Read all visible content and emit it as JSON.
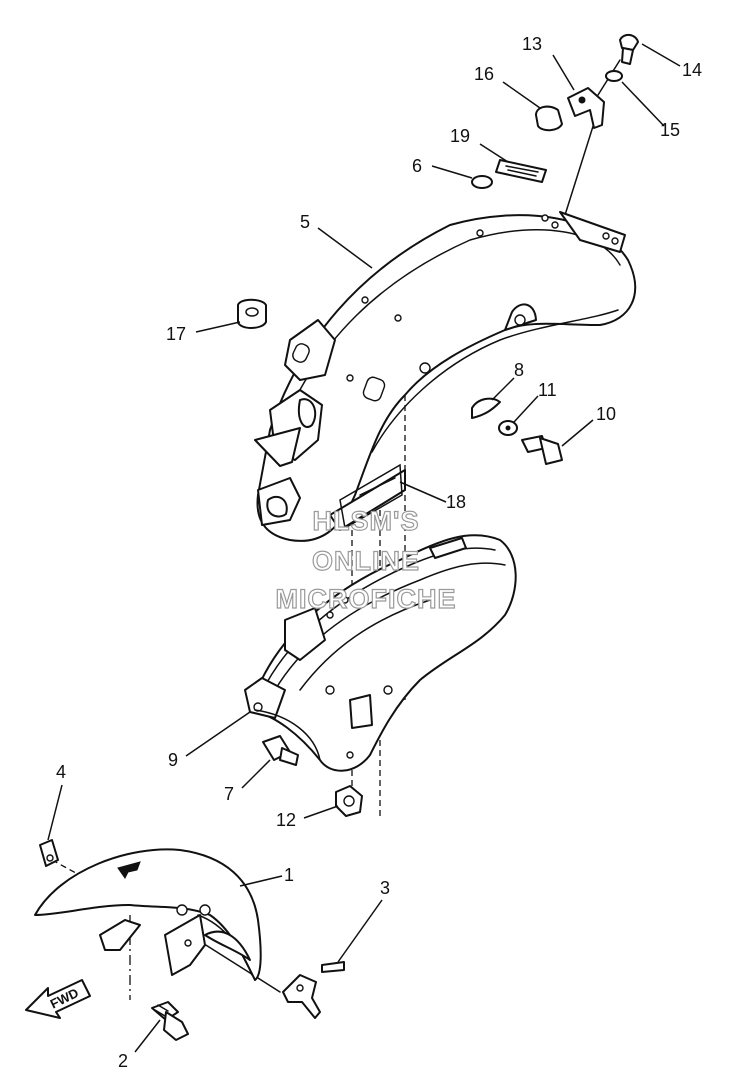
{
  "watermark": {
    "line1": "HLSM'S",
    "line2": "ONLINE",
    "line3": "MICROFICHE"
  },
  "direction_arrow": {
    "label": "FWD"
  },
  "callouts": [
    "1",
    "2",
    "3",
    "4",
    "5",
    "6",
    "7",
    "8",
    "9",
    "10",
    "11",
    "12",
    "13",
    "14",
    "15",
    "16",
    "17",
    "18",
    "19"
  ],
  "colors": {
    "line": "#111111",
    "background": "#ffffff",
    "watermark": "#9a9a9a"
  }
}
